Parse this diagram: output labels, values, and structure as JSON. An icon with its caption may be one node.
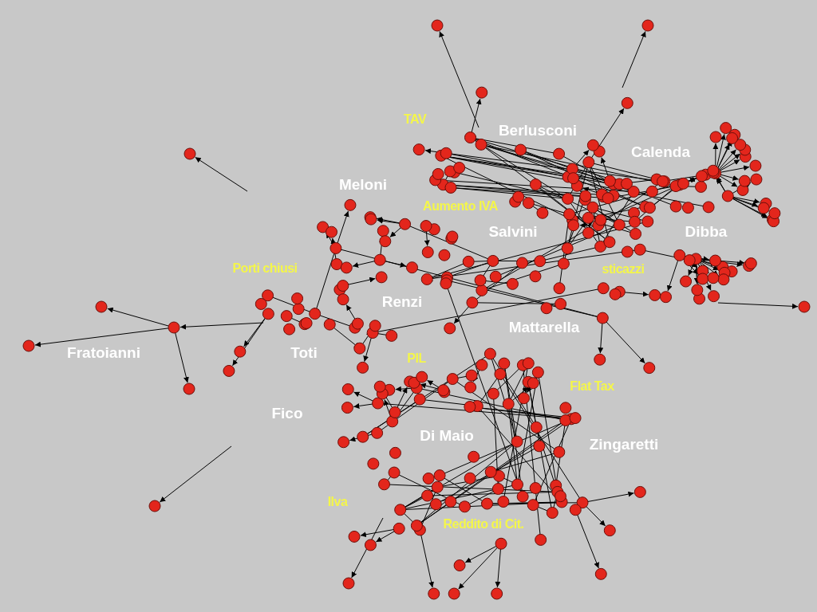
{
  "diagram": {
    "labels": [
      "TAV",
      "Berlusconi",
      "Calenda",
      "Meloni",
      "Aumento IVA",
      "Salvini",
      "Dibba",
      "Porti chiusi",
      "sticazzi",
      "Renzi",
      "Mattarella",
      "Fratoianni",
      "Toti",
      "PIL",
      "Flat Tax",
      "Fico",
      "Di Maio",
      "Zingaretti",
      "Ilva",
      "Reddito di Cit."
    ]
  }
}
